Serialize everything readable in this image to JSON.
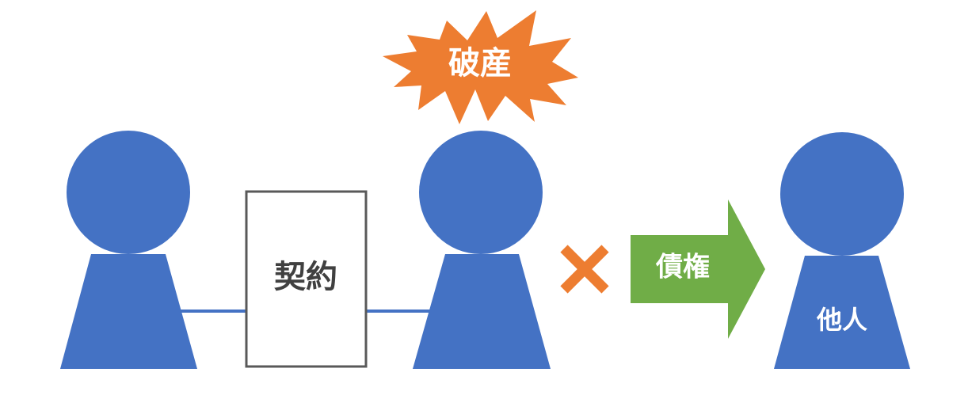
{
  "colors": {
    "person": "#4472C4",
    "connector": "#4472C4",
    "contract_border": "#595959",
    "contract_text": "#404040",
    "burst": "#ED7D31",
    "cross": "#ED7D31",
    "arrow": "#70AD47",
    "white_text": "#FFFFFF"
  },
  "burst": {
    "label": "破産"
  },
  "contract": {
    "label": "契約"
  },
  "arrow": {
    "label": "債権"
  },
  "persons": [
    {
      "id": "creditor",
      "label": ""
    },
    {
      "id": "bankrupt",
      "label": ""
    },
    {
      "id": "other",
      "label": "他人"
    }
  ],
  "cross": {
    "icon": "x-mark-icon"
  }
}
